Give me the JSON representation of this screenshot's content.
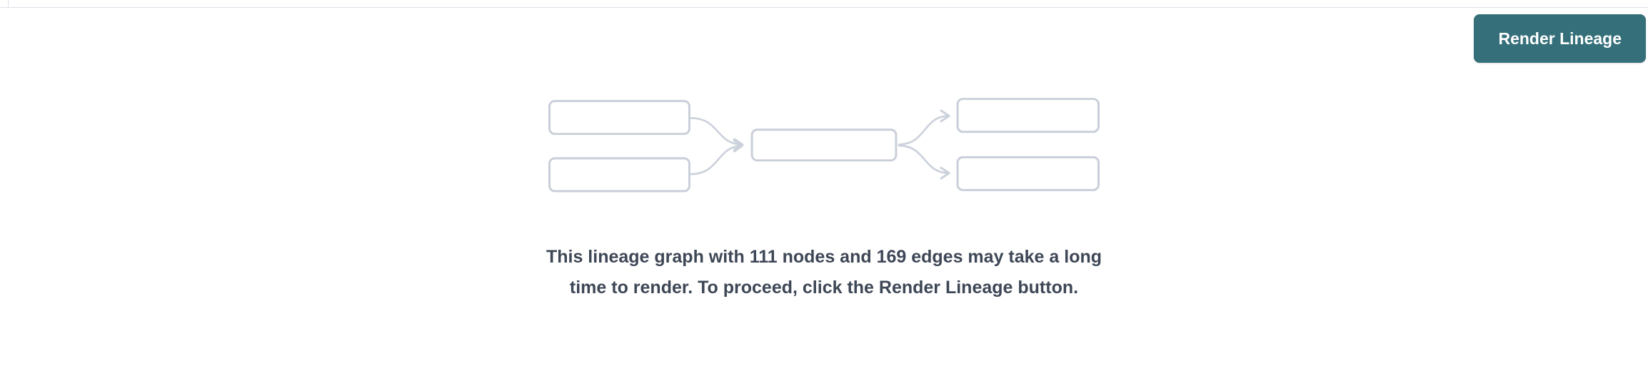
{
  "header": {
    "render_button_label": "Render Lineage"
  },
  "placeholder": {
    "message": "This lineage graph with 111 nodes and 169 edges may take a long time to render. To proceed, click the Render Lineage button."
  },
  "lineage_stats": {
    "node_count": "111",
    "edge_count": "169"
  },
  "colors": {
    "accent": "#35707a",
    "node_border": "#c9cfd9",
    "arrow": "#ccd2db",
    "text": "#3e4756",
    "pane_border": "#dbe0e6"
  }
}
